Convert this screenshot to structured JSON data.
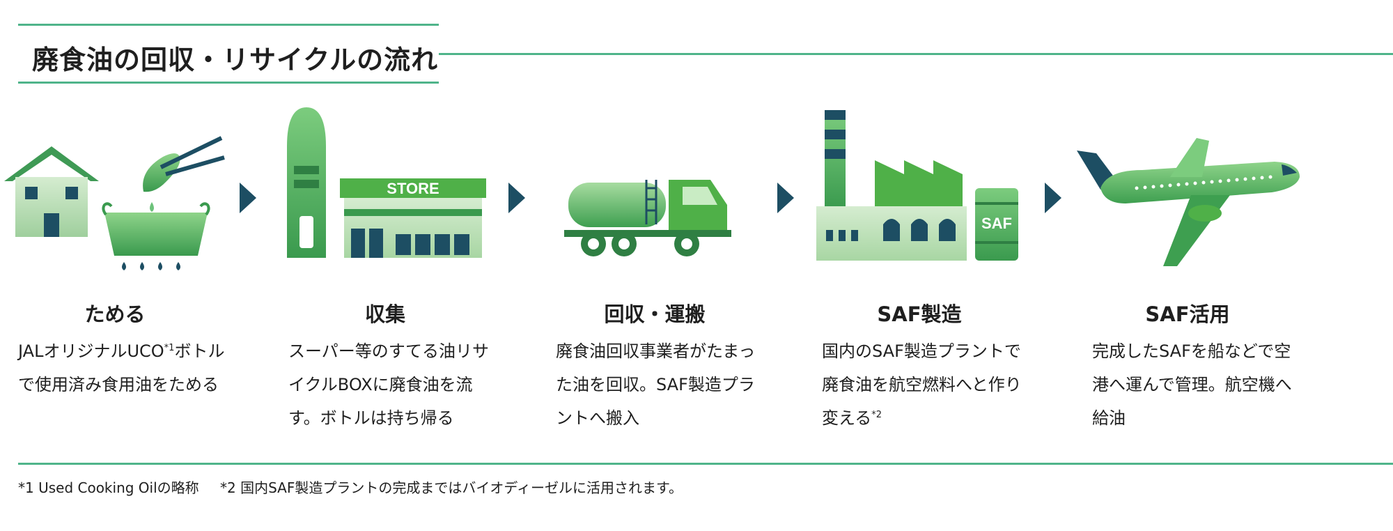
{
  "title": "廃食油の回収・リサイクルの流れ",
  "steps": [
    {
      "title": "ためる",
      "desc_a": "JALオリジナルUCO",
      "sup": "*1",
      "desc_b": "ボトルで使用済み食用油をためる",
      "icon": "house-and-fryer-icon"
    },
    {
      "title": "収集",
      "desc": "スーパー等のすてる油リサイクルBOXに廃食油を流す。ボトルは持ち帰る",
      "icon": "store-and-collection-box-icon",
      "store_label": "STORE"
    },
    {
      "title": "回収・運搬",
      "desc": "廃食油回収事業者がたまった油を回収。SAF製造プラントへ搬入",
      "icon": "tanker-truck-icon"
    },
    {
      "title": "SAF製造",
      "desc_a": "国内のSAF製造プラントで廃食油を航空燃料へと作り変える",
      "sup": "*2",
      "icon": "factory-icon",
      "drum_label": "SAF"
    },
    {
      "title": "SAF活用",
      "desc": "完成したSAFを船などで空港へ運んで管理。航空機へ給油",
      "icon": "airplane-icon"
    }
  ],
  "footnotes": [
    "*1 Used Cooking Oilの略称",
    "*2 国内SAF製造プラントの完成まではバイオディーゼルに活用されます。"
  ],
  "colors": {
    "accent": "#4fb48a",
    "green_dark": "#3a9a4e",
    "green_light": "#8fd48a",
    "navy": "#1d4e63"
  }
}
